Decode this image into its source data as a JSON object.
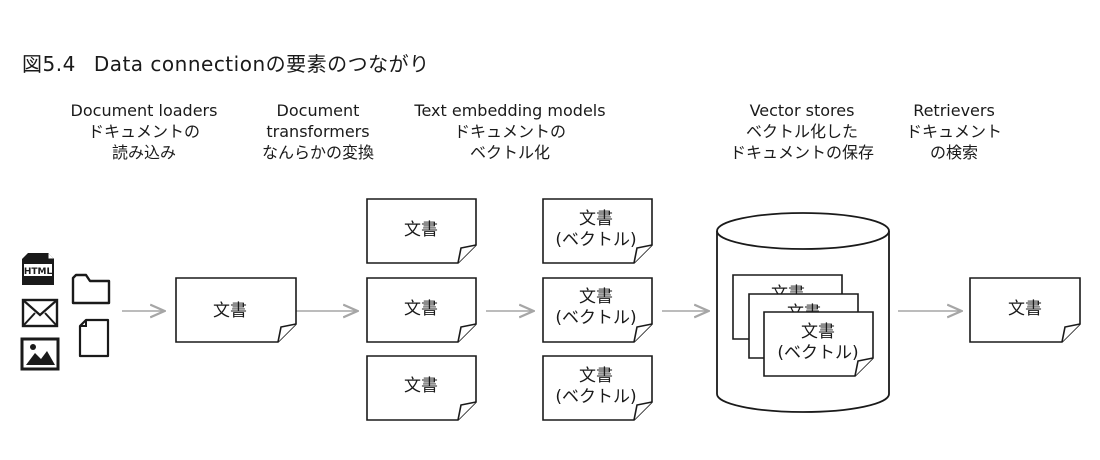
{
  "figure": {
    "number": "図5.4",
    "title": "Data connectionの要素のつながり"
  },
  "stages": [
    {
      "name": "Document loaders",
      "desc": [
        "ドキュメントの",
        "読み込み"
      ]
    },
    {
      "name": "Document",
      "desc": [
        "transformers",
        "なんらかの変換"
      ]
    },
    {
      "name": "Text embedding models",
      "desc": [
        "ドキュメントの",
        "ベクトル化"
      ]
    },
    {
      "name": "Vector stores",
      "desc": [
        "ベクトル化した",
        "ドキュメントの保存"
      ]
    },
    {
      "name": "Retrievers",
      "desc": [
        "ドキュメント",
        "の検索"
      ]
    }
  ],
  "doc": {
    "text": "文書",
    "vector_line1": "文書",
    "vector_line2": "(ベクトル)"
  },
  "source_icons": [
    {
      "icon": "html-file-icon",
      "label": "HTML"
    },
    {
      "icon": "folder-icon"
    },
    {
      "icon": "mail-icon"
    },
    {
      "icon": "file-icon"
    },
    {
      "icon": "image-icon"
    }
  ],
  "colors": {
    "line": "#1a1a1a",
    "arrow": "#a6a6a6",
    "fill": "#ffffff"
  }
}
